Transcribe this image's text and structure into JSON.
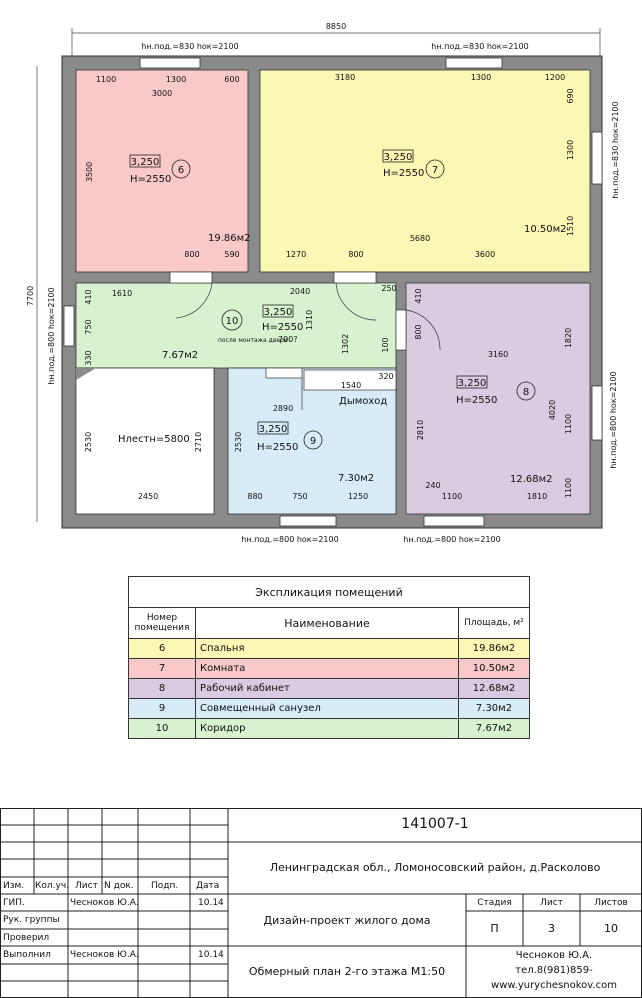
{
  "plan": {
    "overall_width": "8850",
    "overall_height": "7700",
    "windows": {
      "top_left": "hн.под.=830 hок=2100",
      "top_right": "hн.под.=830 hок=2100",
      "right_top": "hн.под.=830 hок=2100",
      "right_bottom": "hн.под.=800 hок=2100",
      "left": "hн.под.=800 hок=2100",
      "bottom_left": "hн.под.=800 hок=2100",
      "bottom_right": "hн.под.=800 hок=2100"
    },
    "rooms": [
      {
        "number": "7",
        "level": "3,250",
        "height": "H=2550",
        "area": "10.50м2",
        "color": "#f9c8c8"
      },
      {
        "number": "6",
        "level": "3,250",
        "height": "H=2550",
        "area": "19.86м2",
        "color": "#fbf7b4"
      },
      {
        "number": "10",
        "level": "3,250",
        "height": "H=2550",
        "area": "7.67м2",
        "color": "#d8f2cf"
      },
      {
        "number": "8",
        "level": "3,250",
        "height": "H=2550",
        "area": "12.68м2",
        "color": "#d9cce0"
      },
      {
        "number": "9",
        "level": "3,250",
        "height": "H=2550",
        "area": "7.30м2",
        "color": "#d7ebf9"
      }
    ],
    "stair_label": "Hлестн=5800",
    "chimney_label": "Дымоход",
    "door_note": "после монтажа двери",
    "door_note_value": "700?",
    "dims": {
      "top_row": [
        "1100",
        "1300",
        "600",
        "3180",
        "1300",
        "1200"
      ],
      "room7_width": "3000",
      "room7_height": "3500",
      "room6_side": [
        "690",
        "1300",
        "1510"
      ],
      "room6_bottom": [
        "1270",
        "800",
        "3600"
      ],
      "room6_total": "5680",
      "corridor_top": [
        "800",
        "590"
      ],
      "corridor_mid": [
        "1610",
        "2040"
      ],
      "corridor_side": [
        "410",
        "750",
        "330"
      ],
      "corridor_misc": [
        "1310",
        "1302",
        "100",
        "250",
        "410",
        "800"
      ],
      "chimney": [
        "1540",
        "320"
      ],
      "bath_top": "2890",
      "bath_side": [
        "2530",
        "2710",
        "2530"
      ],
      "bath_bottom": [
        "880",
        "750",
        "1250"
      ],
      "stair_bottom": "2450",
      "room8_top": "3160",
      "room8_side": [
        "1820",
        "1100",
        "1100",
        "4020",
        "2810"
      ],
      "room8_bottom": [
        "240",
        "1100",
        "1810"
      ]
    }
  },
  "explication": {
    "title": "Экспликация помещений",
    "col_number": "Номер помещения",
    "col_name": "Наименование",
    "col_area": "Площадь, м²",
    "rows": [
      {
        "number": "6",
        "name": "Спальня",
        "area": "19.86м2",
        "color": "#fbf7b4"
      },
      {
        "number": "7",
        "name": "Комната",
        "area": "10.50м2",
        "color": "#f9c8c8"
      },
      {
        "number": "8",
        "name": "Рабочий кабинет",
        "area": "12.68м2",
        "color": "#d9cce0"
      },
      {
        "number": "9",
        "name": "Совмещенный санузел",
        "area": "7.30м2",
        "color": "#d7ebf9"
      },
      {
        "number": "10",
        "name": "Коридор",
        "area": "7.67м2",
        "color": "#d8f2cf"
      }
    ]
  },
  "stamp": {
    "code": "141007-1",
    "location": "Ленинградская обл., Ломоносовский район, д.Расколово",
    "project": "Дизайн-проект жилого дома",
    "sheet_title": "Обмерный план 2-го этажа М1:50",
    "headers": [
      "Изм.",
      "Кол.уч.",
      "Лист",
      "N док.",
      "Подп.",
      "Дата"
    ],
    "roles": [
      {
        "role": "ГИП.",
        "name": "Чесноков Ю.А.",
        "date": "10.14"
      },
      {
        "role": "Рук. группы",
        "name": "",
        "date": ""
      },
      {
        "role": "Проверил",
        "name": "",
        "date": ""
      },
      {
        "role": "Выполнил",
        "name": "Чесноков Ю.А.",
        "date": "10.14"
      }
    ],
    "stage_label": "Стадия",
    "sheet_label": "Лист",
    "sheets_label": "Листов",
    "stage": "П",
    "sheet": "3",
    "sheets": "10",
    "author": "Чесноков Ю.А.",
    "phone": "тел.8(981)859-",
    "website": "www.yurychesnokov.com"
  }
}
